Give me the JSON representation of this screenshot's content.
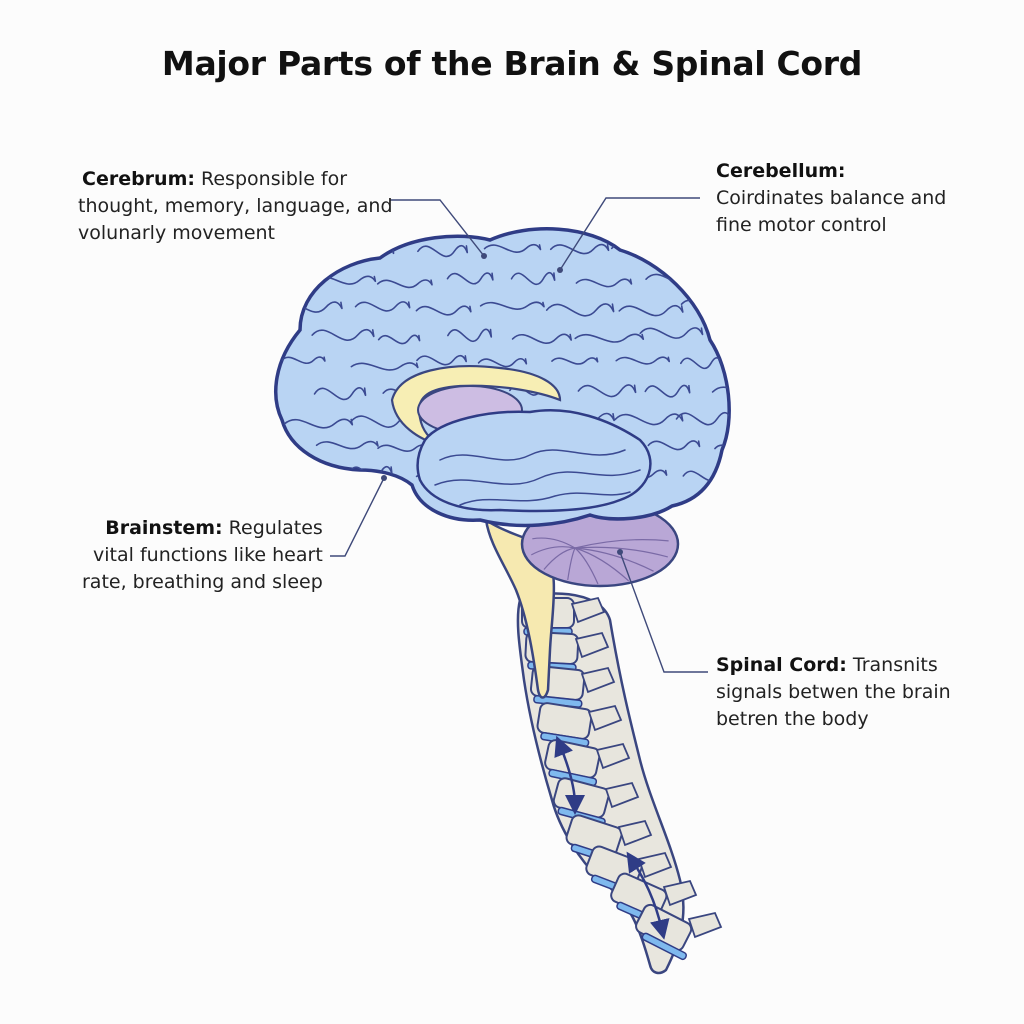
{
  "title": "Major Parts of the Brain & Spinal Cord",
  "labels": {
    "cerebrum": {
      "name": "Cerebrum:",
      "line1_rest": " Responsible for",
      "line2": "thought, memory, language, and",
      "line3": "volunarly movement"
    },
    "cerebellum": {
      "name": "Cerebellum:",
      "line2": "Coirdinates balance and",
      "line3": "fine motor control"
    },
    "brainstem": {
      "name": "Brainstem:",
      "line1_rest": " Regulates",
      "line2": "vital functions like heart",
      "line3": "rate, breathing and sleep"
    },
    "spinal_cord": {
      "name": "Spinal Cord:",
      "line1_rest": " Transnits",
      "line2": "signals betwen the brain",
      "line3": "betren the body"
    }
  },
  "colors": {
    "brain_fill": "#b9d4f3",
    "brain_outline": "#2f3c86",
    "corpus_callosum": "#f7eeb4",
    "thalamus": "#cdbde3",
    "cerebellum": "#b9a7d6",
    "brainstem": "#f6e9b0",
    "vertebra": "#e7e5dd",
    "disc": "#7fb9ee",
    "leader_line": "#3f4a7a"
  }
}
